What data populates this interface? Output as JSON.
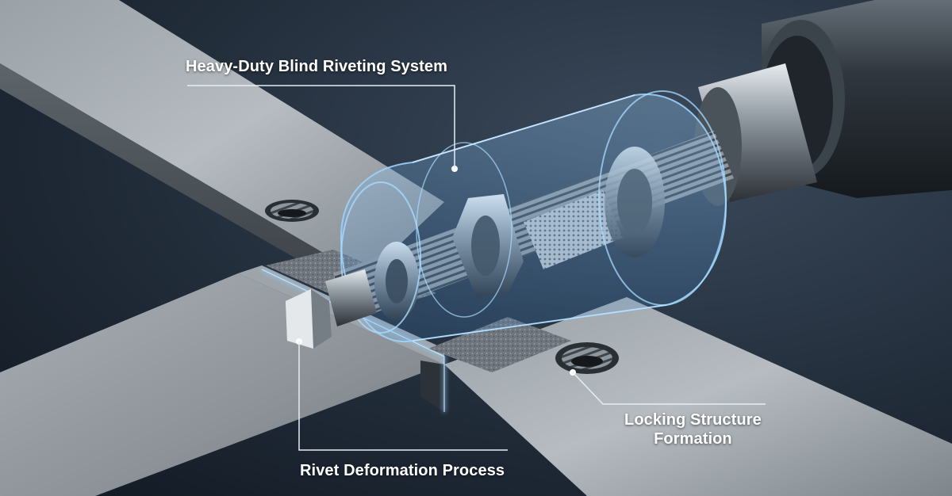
{
  "callouts": {
    "system_title": "Heavy-Duty Blind Riveting System",
    "rivet_process": "Rivet Deformation Process",
    "locking_line1": "Locking Structure",
    "locking_line2": "Formation"
  },
  "colors": {
    "background_dark": "#141c26",
    "background_light": "#3b4a5c",
    "metal_plate": "#8f969c",
    "glow_blue": "#7fc4ff",
    "label_text": "#ffffff",
    "leader_line": "#e6eef5"
  },
  "icons": {
    "rivet_bolt": "hex-bolt-icon",
    "tool": "rivet-tool-icon",
    "threaded_hole": "threaded-hole-icon"
  }
}
